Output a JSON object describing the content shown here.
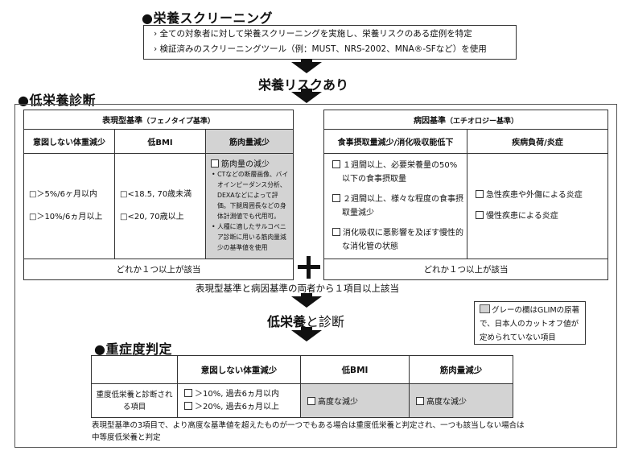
{
  "screening": {
    "title": "●栄養スクリーニング",
    "items": [
      "全ての対象者に対して栄養スクリーニングを実施し、栄養リスクのある症例を特定",
      "検証済みのスクリーニングツール（例：MUST、NRS-2002、MNA®-SFなど）を使用"
    ]
  },
  "risk_label": "栄養リスクあり",
  "diagnosis_title": "●低栄養診断",
  "phenotype": {
    "title": "表現型基準",
    "sub": "（フェノタイプ基準）",
    "col1": "意図しない体重減少",
    "col2": "低BMI",
    "col3": "筋肉量減少",
    "c1a": "□＞5%/6ヶ月以内",
    "c1b": "□＞10%/6ヵ月以上",
    "c2a": "□<18.5, 70歳未満",
    "c2b": "□<20, 70歳以上",
    "c3_head": "筋肉量の減少",
    "c3_items": [
      "CTなどの断層画像、バイオインピーダンス分析、DEXAなどによって評価。下腿周囲長などの身体計測値でも代用可。",
      "人種に適したサルコペニア診断に用いる筋肉量減少の基準値を使用"
    ],
    "footer": "どれか１つ以上が該当"
  },
  "etiology": {
    "title": "病因基準",
    "sub": "（エチオロジー基準）",
    "col1": "食事摂取量減少/消化吸収能低下",
    "col2": "疾病負荷/炎症",
    "c1_items": [
      "１週間以上、必要栄養量の50%以下の食事摂取量",
      "２週間以上、様々な程度の食事摂取量減少",
      "消化吸収に悪影響を及ぼす慢性的な消化管の状態"
    ],
    "c2_items": [
      "急性疾患や外傷による炎症",
      "慢性疾患による炎症"
    ],
    "footer": "どれか１つ以上が該当"
  },
  "plus": "＋",
  "both_text": "表現型基準と病因基準の両者から１項目以上該当",
  "diag_prefix": "低栄養",
  "diag_suffix": "と診断",
  "legend": "グレーの欄はGLIMの原著で、日本人のカットオフ値が定められていない項目",
  "severity": {
    "title": "●重症度判定",
    "col1": "意図しない体重減少",
    "col2": "低BMI",
    "col3": "筋肉量減少",
    "rowlabel": "重度低栄養と診断される項目",
    "c1a": "＞10%, 過去6ヵ月以内",
    "c1b": "＞20%, 過去6ヵ月以上",
    "c2": "高度な減少",
    "c3": "高度な減少",
    "note": "表現型基準の3項目で、より高度な基準値を超えたものが一つでもある場合は重度低栄養と判定され、一つも該当しない場合は中等度低栄養と判定"
  },
  "colors": {
    "gray": "#d3d3d3",
    "border": "#333333",
    "arrow": "#111111"
  }
}
